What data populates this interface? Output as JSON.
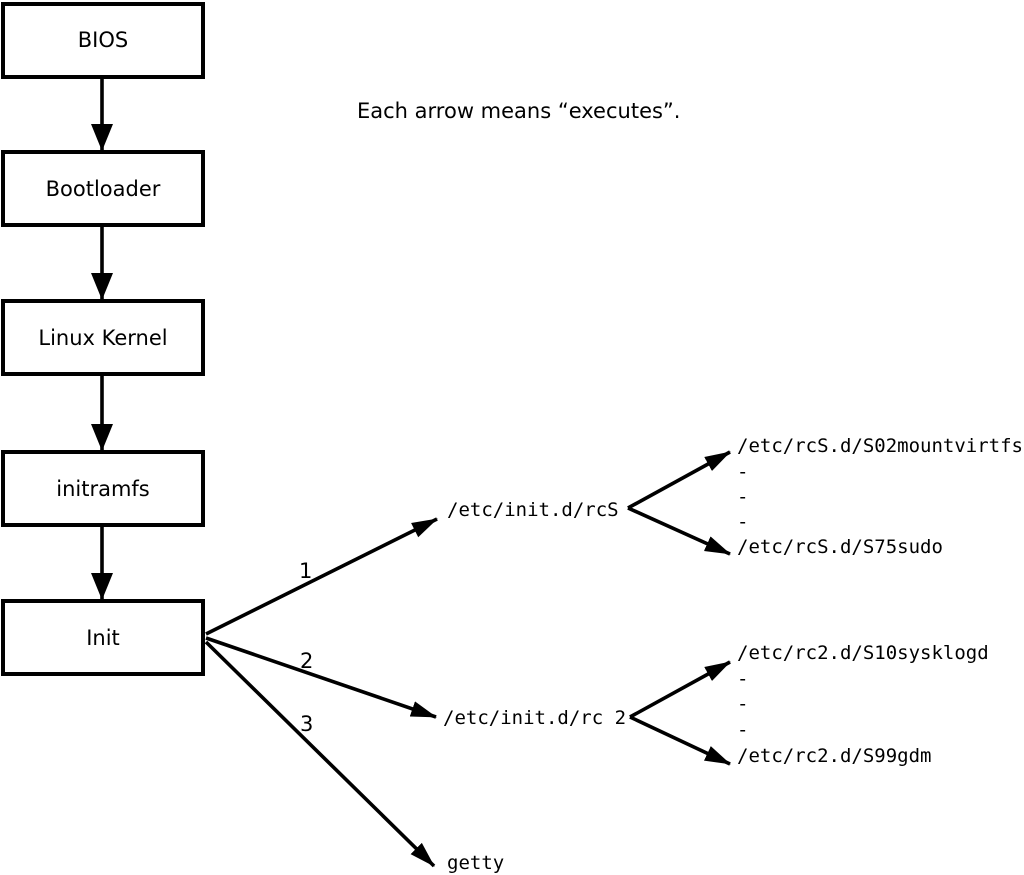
{
  "diagram": {
    "note": "Each arrow means “executes”.",
    "boot_chain": [
      {
        "label": "BIOS"
      },
      {
        "label": "Bootloader"
      },
      {
        "label": "Linux Kernel"
      },
      {
        "label": "initramfs"
      },
      {
        "label": "Init"
      }
    ],
    "init_branches": [
      {
        "order": "1",
        "target": "/etc/init.d/rcS",
        "scripts": [
          "/etc/rcS.d/S02mountvirtfs",
          "-",
          "-",
          "-",
          "/etc/rcS.d/S75sudo"
        ]
      },
      {
        "order": "2",
        "target": "/etc/init.d/rc 2",
        "scripts": [
          "/etc/rc2.d/S10sysklogd",
          "-",
          "-",
          "-",
          "/etc/rc2.d/S99gdm"
        ]
      },
      {
        "order": "3",
        "target": "getty",
        "scripts": []
      }
    ]
  }
}
